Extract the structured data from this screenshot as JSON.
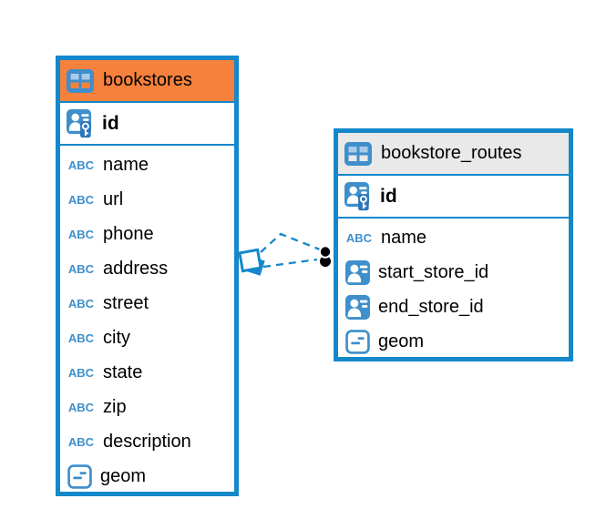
{
  "diagram": {
    "colors": {
      "table_border_blue": "#1488CA",
      "icon_blue": "#3E8FCB",
      "icon_cell_light": "#A9CBE9",
      "header_orange": "#F5813D",
      "header_gray": "#E9E9E9",
      "relation_blue": "#1488CA",
      "endpoint_black": "#000000",
      "text_black": "#000000"
    },
    "icons": {
      "text_glyph": "ABC"
    },
    "tables": [
      {
        "name": "bookstores",
        "header_bg": "#F5813D",
        "pk": {
          "name": "id",
          "type_icon": "person-key-icon"
        },
        "columns": [
          {
            "name": "name",
            "type_icon": "text-icon"
          },
          {
            "name": "url",
            "type_icon": "text-icon"
          },
          {
            "name": "phone",
            "type_icon": "text-icon"
          },
          {
            "name": "address",
            "type_icon": "text-icon"
          },
          {
            "name": "street",
            "type_icon": "text-icon"
          },
          {
            "name": "city",
            "type_icon": "text-icon"
          },
          {
            "name": "state",
            "type_icon": "text-icon"
          },
          {
            "name": "zip",
            "type_icon": "text-icon"
          },
          {
            "name": "description",
            "type_icon": "text-icon"
          },
          {
            "name": "geom",
            "type_icon": "geometry-icon"
          }
        ]
      },
      {
        "name": "bookstore_routes",
        "header_bg": "#E9E9E9",
        "pk": {
          "name": "id",
          "type_icon": "person-key-icon"
        },
        "columns": [
          {
            "name": "name",
            "type_icon": "text-icon"
          },
          {
            "name": "start_store_id",
            "type_icon": "person-icon"
          },
          {
            "name": "end_store_id",
            "type_icon": "person-icon"
          },
          {
            "name": "geom",
            "type_icon": "geometry-icon"
          }
        ]
      }
    ],
    "relation": {
      "from_table": "bookstore_routes",
      "to_table": "bookstores",
      "style": "dashed"
    }
  }
}
